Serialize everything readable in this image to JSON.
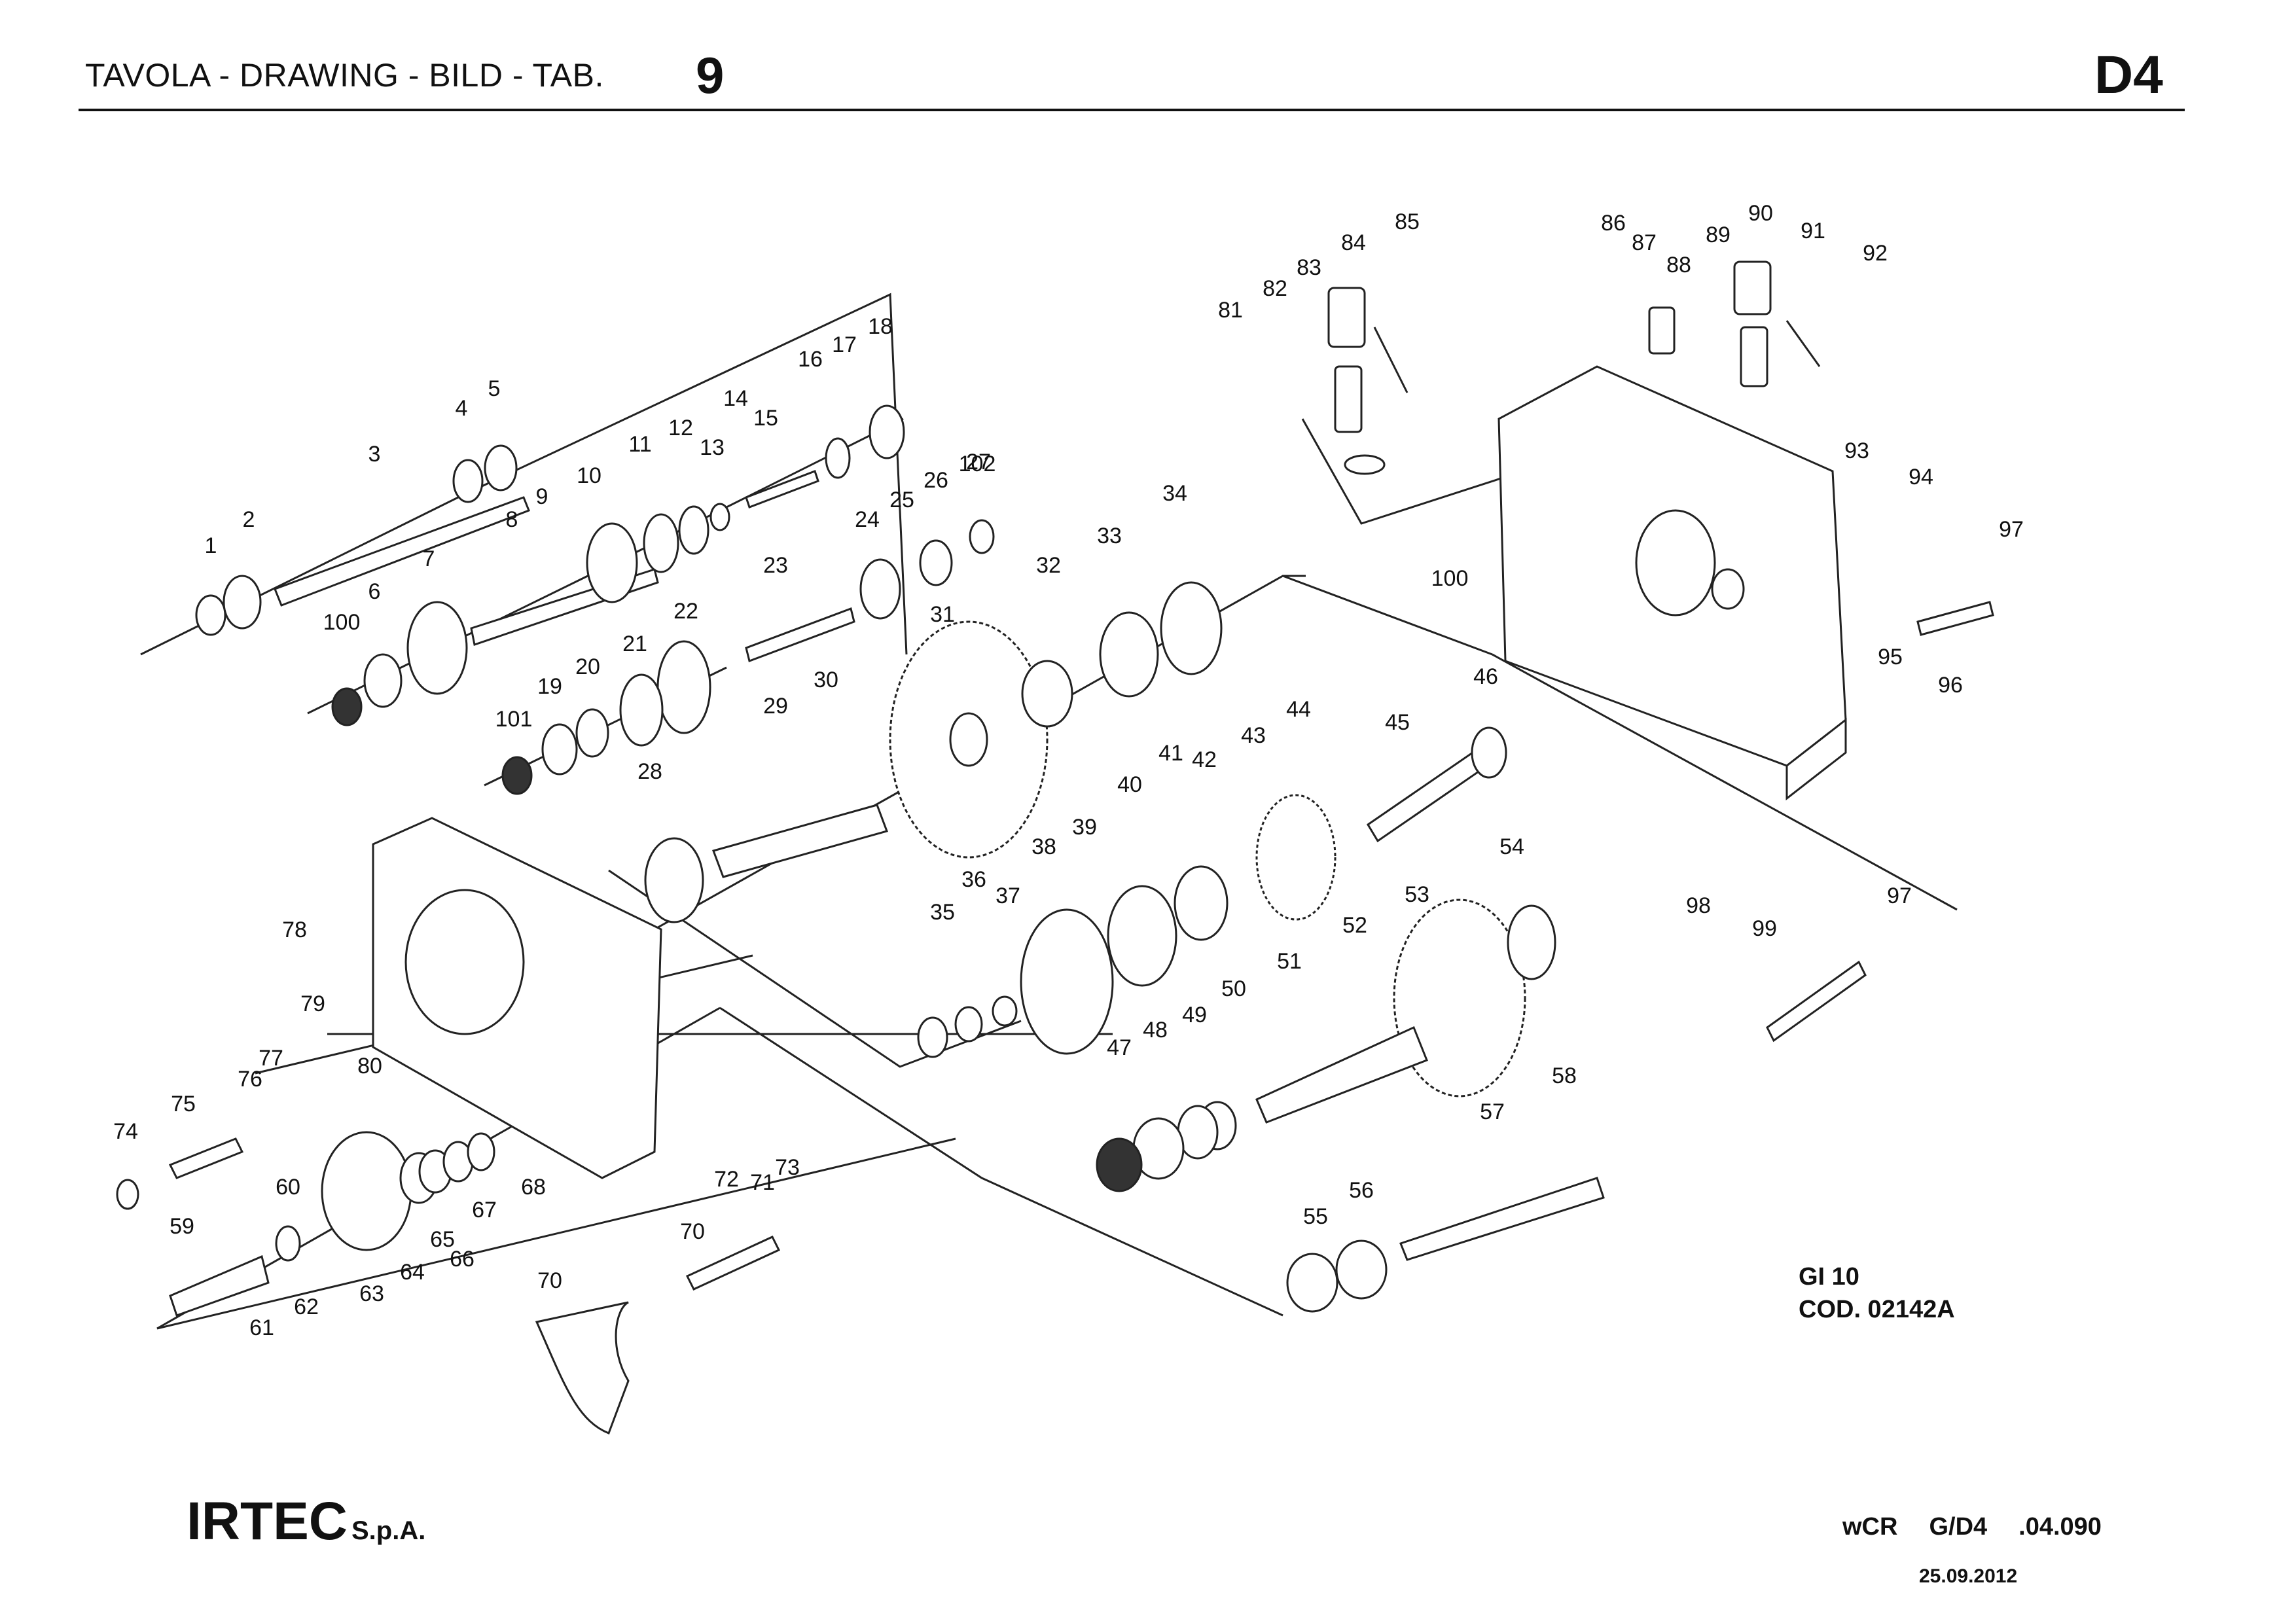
{
  "header": {
    "label": "TAVOLA - DRAWING - BILD - TAB.",
    "table_number": "9",
    "code": "D4"
  },
  "drawing": {
    "model": "GI 10",
    "cod": "COD. 02142A",
    "part_numbers": [
      "1",
      "2",
      "3",
      "4",
      "5",
      "6",
      "7",
      "8",
      "9",
      "10",
      "11",
      "12",
      "13",
      "14",
      "15",
      "16",
      "17",
      "18",
      "19",
      "20",
      "21",
      "22",
      "23",
      "24",
      "25",
      "26",
      "27",
      "28",
      "29",
      "30",
      "31",
      "32",
      "33",
      "34",
      "35",
      "36",
      "37",
      "38",
      "39",
      "40",
      "41",
      "42",
      "43",
      "44",
      "45",
      "46",
      "47",
      "48",
      "49",
      "50",
      "51",
      "52",
      "53",
      "54",
      "55",
      "56",
      "57",
      "58",
      "59",
      "60",
      "61",
      "62",
      "63",
      "64",
      "65",
      "66",
      "67",
      "68",
      "70",
      "70",
      "71",
      "72",
      "73",
      "74",
      "75",
      "76",
      "77",
      "78",
      "79",
      "80",
      "81",
      "82",
      "83",
      "84",
      "85",
      "86",
      "87",
      "88",
      "89",
      "90",
      "91",
      "92",
      "93",
      "94",
      "95",
      "96",
      "97",
      "97",
      "98",
      "99",
      "100",
      "100",
      "101",
      "102"
    ]
  },
  "footer": {
    "brand": "IRTEC",
    "brand_suffix": "S.p.A.",
    "ref_1": "wCR",
    "ref_2": "G/D4",
    "ref_3": ".04.090",
    "date": "25.09.2012"
  }
}
